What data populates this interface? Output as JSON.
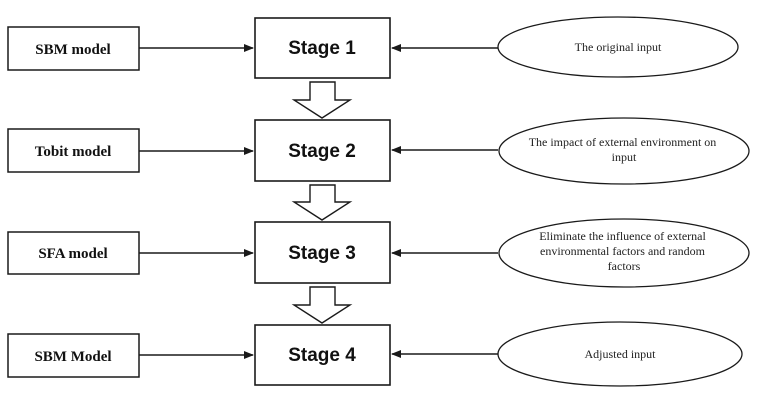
{
  "rows": [
    {
      "model": "SBM model",
      "stage": "Stage 1",
      "input": [
        "The original input"
      ]
    },
    {
      "model": "Tobit model",
      "stage": "Stage 2",
      "input": [
        "The impact of external environment on",
        "input"
      ]
    },
    {
      "model": "SFA model",
      "stage": "Stage 3",
      "input": [
        "Eliminate the influence of external",
        "environmental factors and random",
        "factors"
      ]
    },
    {
      "model": "SBM Model",
      "stage": "Stage 4",
      "input": [
        "Adjusted input"
      ]
    }
  ]
}
